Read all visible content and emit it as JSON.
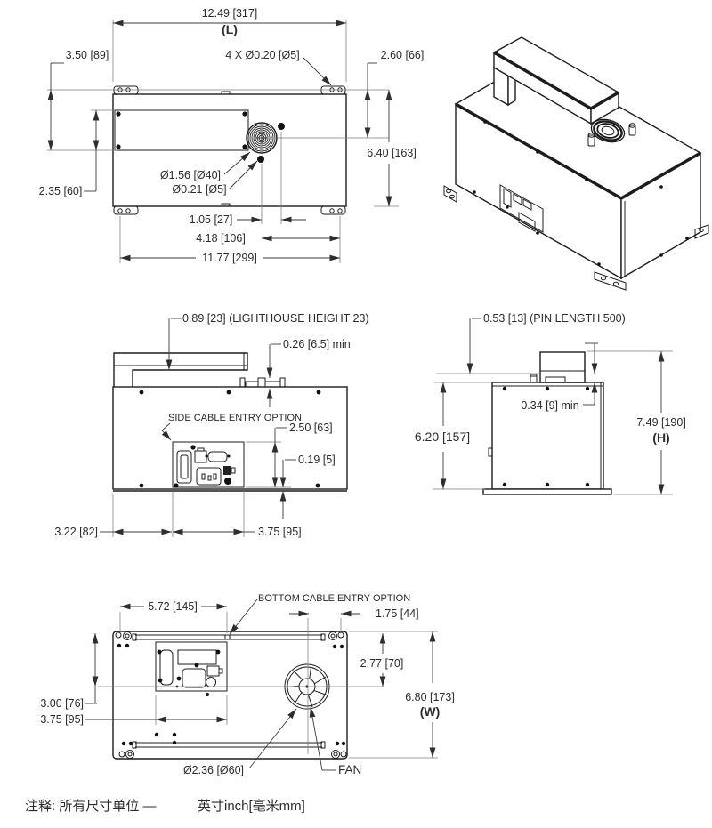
{
  "colors": {
    "line": "#1c1c1c",
    "dimension": "#3a3a3a",
    "background": "#ffffff"
  },
  "top_view": {
    "length": "12.49 [317]",
    "length_axis": "(L)",
    "offset_left": "3.50 [89]",
    "holes_note": "4 X Ø0.20 [Ø5]",
    "offset_right": "2.60 [66]",
    "height_right": "6.40 [163]",
    "inner_height": "2.35 [60]",
    "fan_dia": "Ø1.56 [Ø40]",
    "pin_dia": "Ø0.21 [Ø5]",
    "pin_spacing": "1.05 [27]",
    "pin_to_hole": "4.18 [106]",
    "hole_spacing": "11.77 [299]"
  },
  "front_view": {
    "lighthouse_height": "0.89 [23] (LIGHTHOUSE HEIGHT 23)",
    "pin_protrusion": "0.26 [6.5] min",
    "side_cable_note": "SIDE CABLE ENTRY OPTION",
    "panel_height": "2.50 [63]",
    "panel_offset": "0.19 [5]",
    "panel_left_offset": "3.22 [82]",
    "panel_width": "3.75 [95]"
  },
  "side_view": {
    "pin_length_note": "0.53 [13] (PIN LENGTH 500)",
    "pin_engagement": "0.34 [9] min",
    "body_height": "6.20 [157]",
    "total_height": "7.49 [190]",
    "height_axis": "(H)"
  },
  "bottom_view": {
    "cable_offset": "5.72 [145]",
    "bottom_cable_note": "BOTTOM CABLE ENTRY OPTION",
    "fan_offset_right": "1.75 [44]",
    "fan_offset_top": "2.77 [70]",
    "width": "6.80 [173]",
    "width_axis": "(W)",
    "panel_top_offset": "3.00 [76]",
    "panel_width": "3.75 [95]",
    "fan_dia": "Ø2.36 [Ø60]",
    "fan_label": "FAN"
  },
  "footnote": {
    "note": "注释: 所有尺寸单位 —",
    "units": "英寸inch[毫米mm]"
  }
}
